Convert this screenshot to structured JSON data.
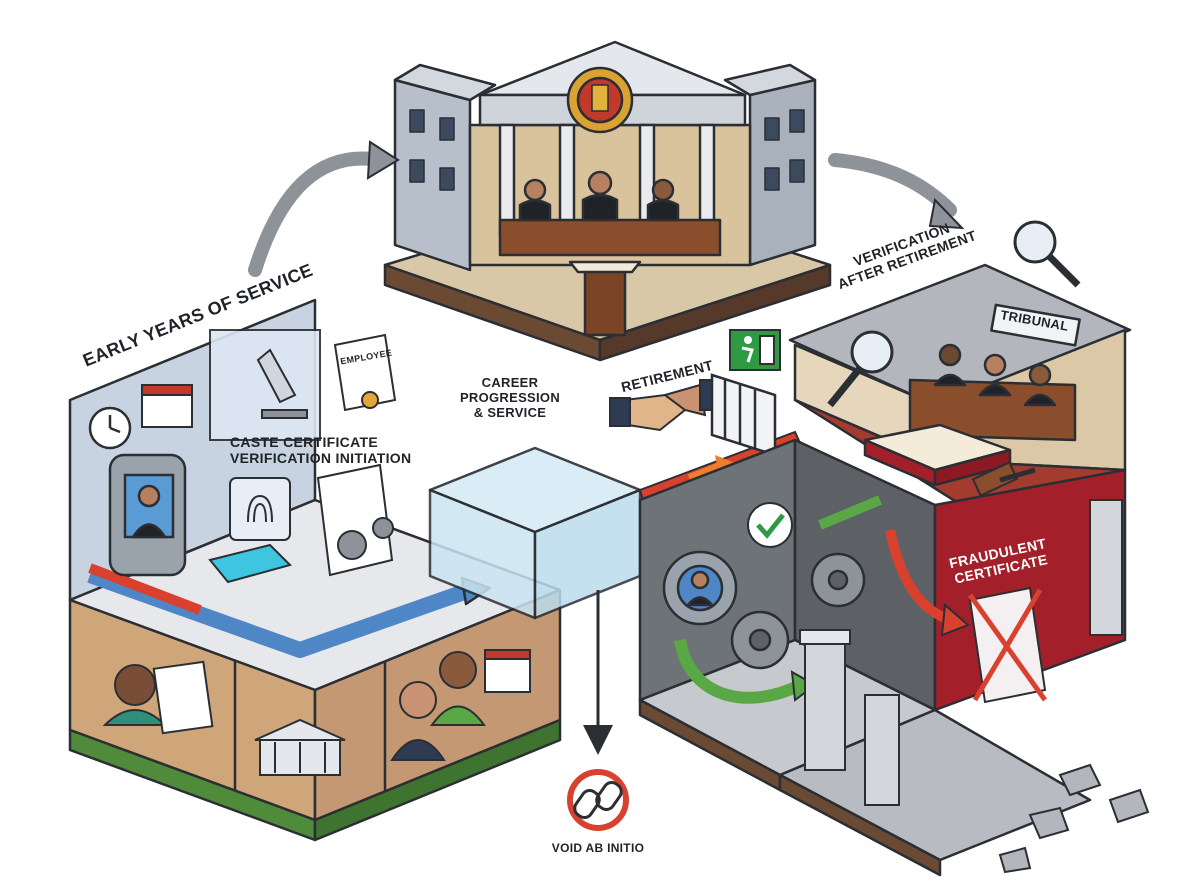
{
  "labels": {
    "early_years": "EARLY YEARS OF SERVICE",
    "caste_line1": "CASTE CERTIFICATE",
    "caste_line2": "VERIFICATION INITIATION",
    "career_line1": "CAREER",
    "career_line2": "PROGRESSION",
    "career_line3": "& SERVICE",
    "retirement": "RETIREMENT",
    "verification_line1": "VERIFICATION",
    "verification_line2": "AFTER RETIREMENT",
    "tribunal": "TRIBUNAL",
    "fraudulent_line1": "FRAUDULENT",
    "fraudulent_line2": "CERTIFICATE",
    "void": "VOID AB INITIO",
    "employee_card": "EMPLOYEE"
  },
  "colors": {
    "outline": "#2b2e33",
    "floor": "#e6e8ec",
    "wall_blue": "#b9c7d6",
    "wall_grey": "#a9adb3",
    "court_wood": "#8a4e2c",
    "carpet_red": "#a83a2e",
    "arrow_red": "#d9412f",
    "arrow_orange": "#ef7d2e",
    "arrow_blue": "#4f86c6",
    "arrow_green": "#5aa845",
    "arrow_grey": "#8e9399",
    "fraud_red": "#a3202a",
    "exit_green": "#2f9a44"
  },
  "icons": [
    "clock-icon",
    "calendar-icon",
    "microscope-icon",
    "certificate-icon",
    "fingerprint-icon",
    "gears-icon",
    "handshake-icon",
    "exit-sign-icon",
    "magnifier-question-icon",
    "gavel-icon",
    "check-badge-icon",
    "broken-chain-icon",
    "government-building-icon"
  ]
}
